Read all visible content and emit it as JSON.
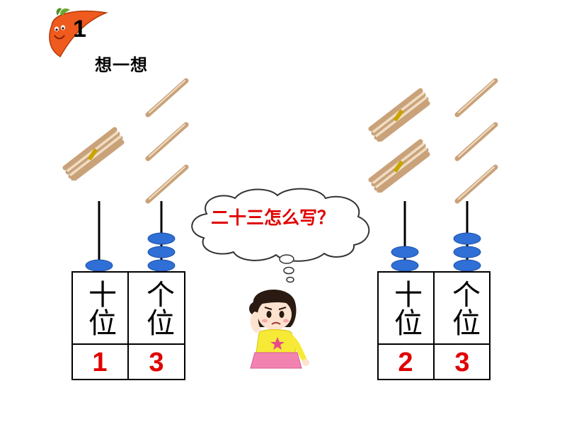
{
  "badge": {
    "number": "1"
  },
  "title": "想一想",
  "thought_bubble": "二十三怎么写？",
  "abacus_left": {
    "tens_label": "十位",
    "ones_label": "个位",
    "tens_digit": "1",
    "ones_digit": "3"
  },
  "abacus_right": {
    "tens_label": "十位",
    "ones_label": "个位",
    "tens_digit": "2",
    "ones_digit": "3"
  },
  "colors": {
    "bead": "#2f6fd6",
    "digit": "#e00000",
    "bubble_text": "#e00000",
    "carrot": "#ef5a1e"
  }
}
